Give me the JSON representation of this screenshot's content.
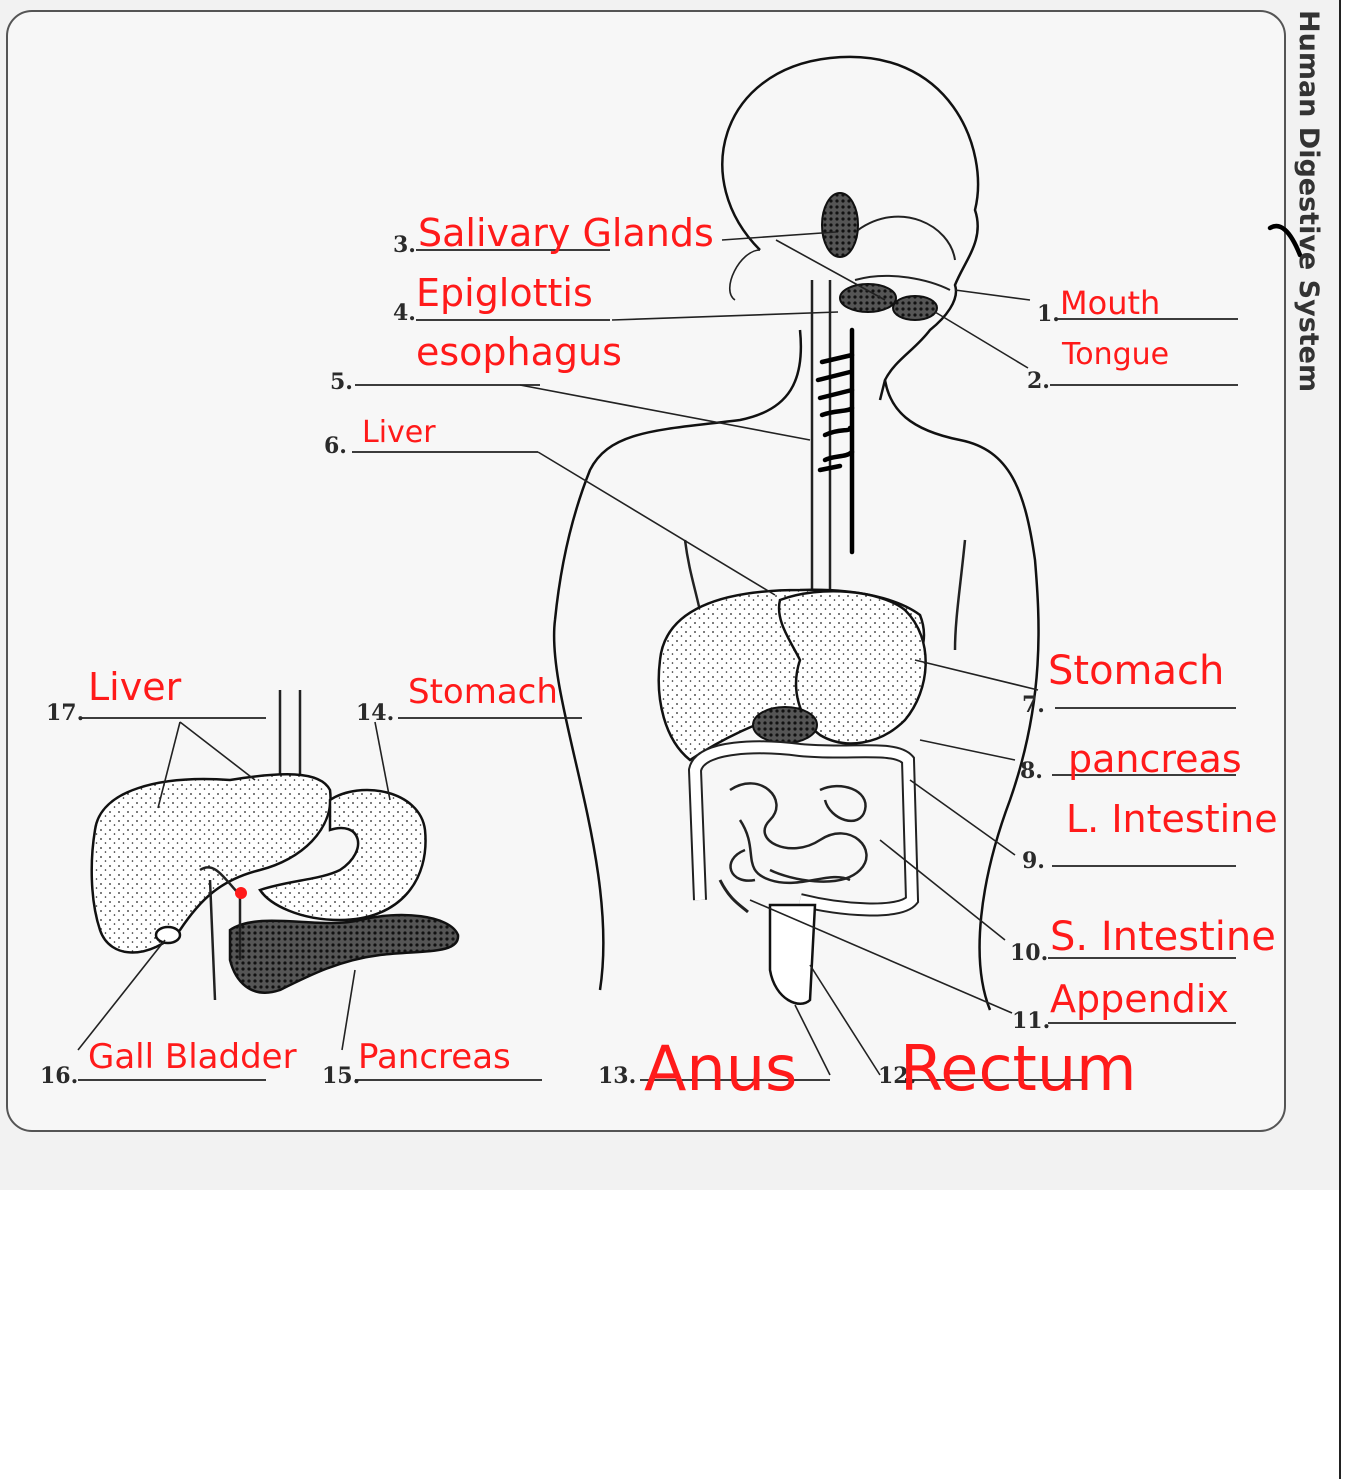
{
  "title": "Human Digestive System",
  "labels": [
    {
      "number": "1.",
      "answer": "Mouth"
    },
    {
      "number": "2.",
      "answer": "Tongue"
    },
    {
      "number": "3.",
      "answer": "Salivary Glands"
    },
    {
      "number": "4.",
      "answer": "Epiglottis"
    },
    {
      "number": "5.",
      "answer": "esophagus"
    },
    {
      "number": "6.",
      "answer": "Liver"
    },
    {
      "number": "7.",
      "answer": "Stomach"
    },
    {
      "number": "8.",
      "answer": "pancreas"
    },
    {
      "number": "9.",
      "answer": "L. Intestine"
    },
    {
      "number": "10.",
      "answer": "S. Intestine"
    },
    {
      "number": "11.",
      "answer": "Appendix"
    },
    {
      "number": "12.",
      "answer": "Rectum"
    },
    {
      "number": "13.",
      "answer": "Anus"
    },
    {
      "number": "14.",
      "answer": "Stomach"
    },
    {
      "number": "15.",
      "answer": "Pancreas"
    },
    {
      "number": "16.",
      "answer": "Gall Bladder"
    },
    {
      "number": "17.",
      "answer": "Liver"
    }
  ],
  "colors": {
    "answer_ink": "#ff1a1a",
    "print_ink": "#2a2a2a",
    "marker": "#000000"
  }
}
